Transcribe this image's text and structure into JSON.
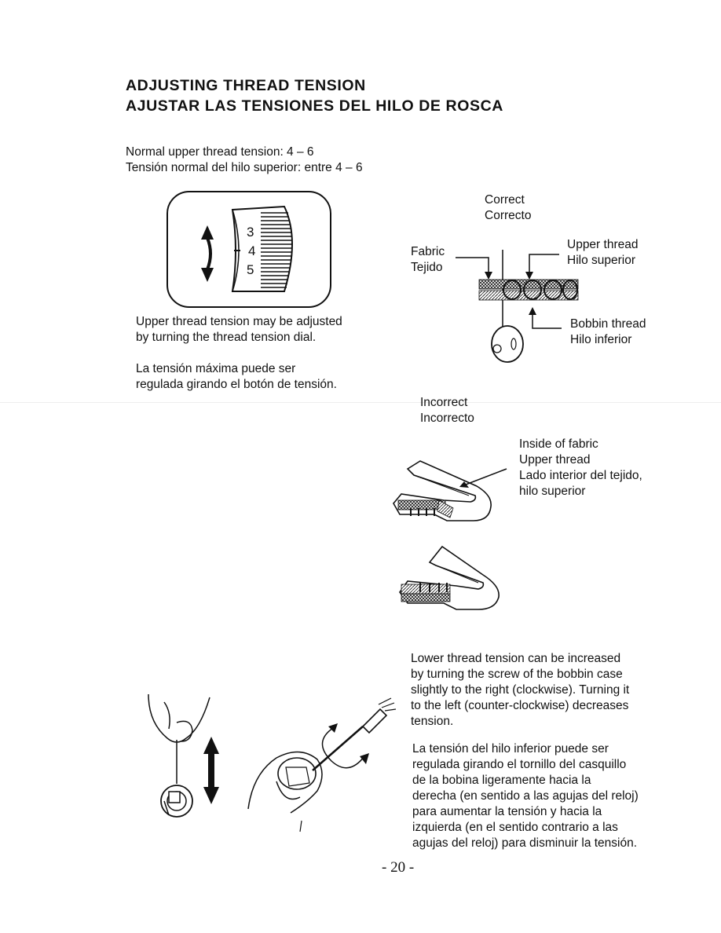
{
  "header": {
    "title_en": "ADJUSTING THREAD TENSION",
    "title_es": "AJUSTAR LAS TENSIONES DEL HILO DE ROSCA"
  },
  "normal_tension": {
    "en": "Normal upper thread tension: 4 – 6",
    "es": "Tensión normal del hilo superior: entre 4 – 6"
  },
  "dial": {
    "numbers": [
      "3",
      "4",
      "5"
    ],
    "caption_en": [
      "Upper thread tension may be adjusted",
      "by turning the thread tension dial."
    ],
    "caption_es": [
      "La tensión máxima puede ser",
      "regulada girando el botón de tensión."
    ]
  },
  "correct_diagram": {
    "title": [
      "Correct",
      "Correcto"
    ],
    "fabric": [
      "Fabric",
      "Tejido"
    ],
    "upper": [
      "Upper thread",
      "Hilo superior"
    ],
    "bobbin": [
      "Bobbin thread",
      "Hilo inferior"
    ]
  },
  "incorrect_diagram": {
    "title": [
      "Incorrect",
      "Incorrecto"
    ],
    "label": [
      "Inside of fabric",
      "Upper thread",
      "Lado interior del tejido,",
      "hilo superior"
    ]
  },
  "lower_tension": {
    "en": [
      "Lower thread tension can be increased",
      "by turning the screw of the bobbin case",
      "slightly to the right (clockwise). Turning it",
      "to the left (counter-clockwise) decreases",
      "tension."
    ],
    "es": [
      "La tensión del hilo inferior puede ser",
      "regulada girando el tornillo del casquillo",
      "de la bobina ligeramente hacia la",
      "derecha (en sentido a las agujas del reloj)",
      "para aumentar la tensión y hacia la",
      "izquierda (en el sentido contrario a las",
      "agujas del reloj) para disminuir la tensión."
    ]
  },
  "page_number": "- 20 -"
}
